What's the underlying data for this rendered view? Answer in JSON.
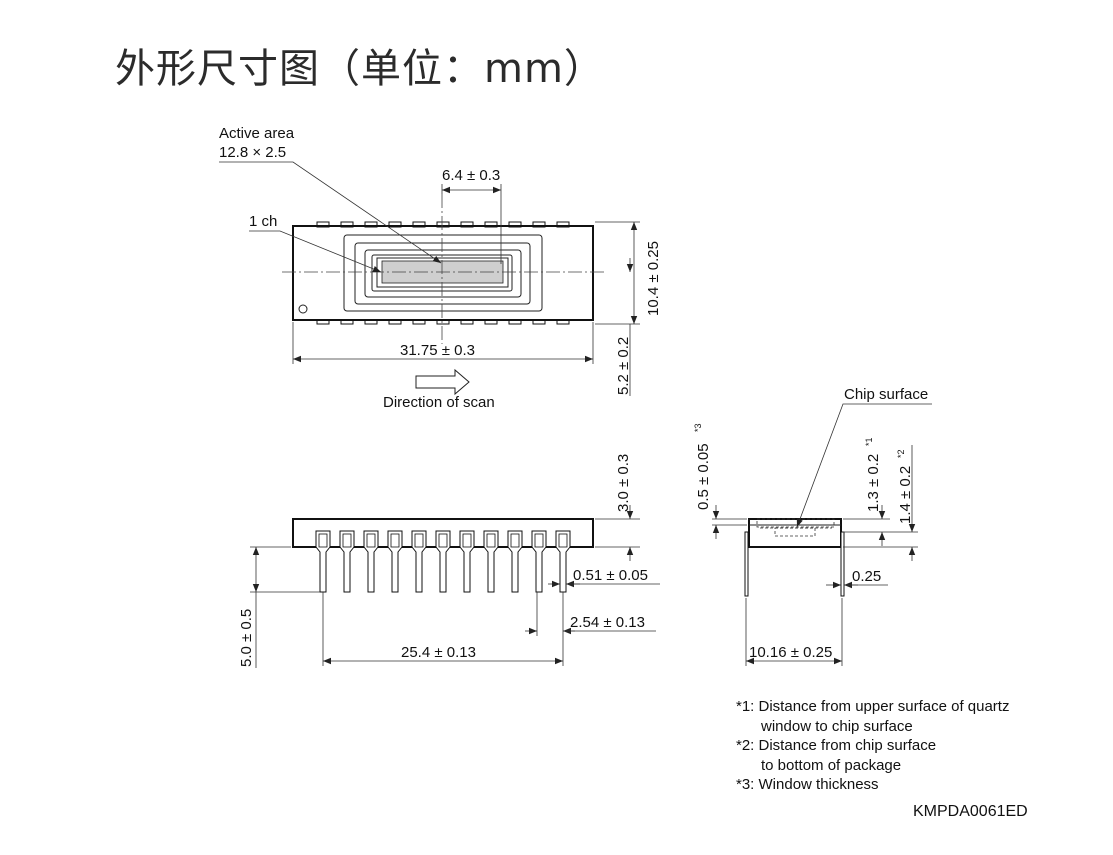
{
  "title": "外形尺寸图（单位：mm）",
  "labels": {
    "active_area": "Active area",
    "active_area_size": "12.8 × 2.5",
    "one_ch": "1 ch",
    "window_width": "6.4 ± 0.3",
    "package_height": "10.4 ± 0.25",
    "package_length": "31.75 ± 0.3",
    "center_offset": "5.2 ± 0.2",
    "direction_of_scan": "Direction of scan",
    "body_thickness": "3.0 ± 0.3",
    "lead_length": "5.0 ± 0.5",
    "lead_width": "0.51 ± 0.05",
    "pin_pitch": "2.54 ± 0.13",
    "pin_span": "25.4 ± 0.13",
    "chip_surface": "Chip surface",
    "window_thickness": "0.5 ± 0.05",
    "window_thickness_note": "*3",
    "chip_depth": "1.3 ± 0.2",
    "chip_depth_note": "*1",
    "chip_to_bottom": "1.4 ± 0.2",
    "chip_to_bottom_note": "*2",
    "lead_thickness": "0.25",
    "row_spacing": "10.16 ± 0.25"
  },
  "notes": [
    "*1: Distance from upper surface of quartz",
    "window to chip surface",
    "*2: Distance from chip surface",
    "to bottom of package",
    "*3: Window thickness"
  ],
  "drawing_code": "KMPDA0061ED",
  "pin_count_per_side": 11
}
